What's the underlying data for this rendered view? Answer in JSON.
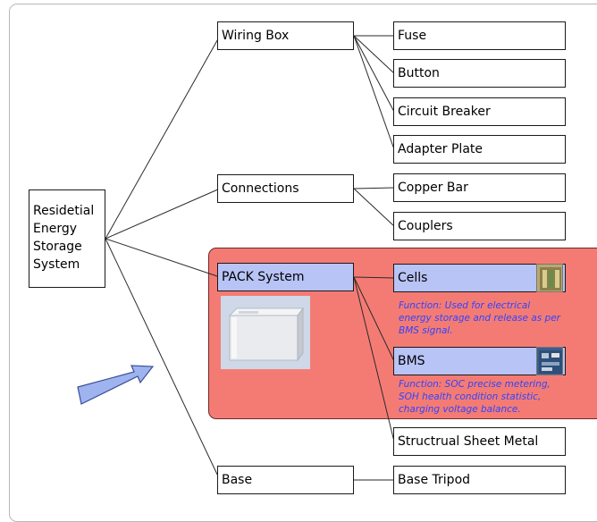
{
  "diagram": {
    "root": "Residetial Energy Storage System",
    "wiring_box": {
      "label": "Wiring Box",
      "children": [
        "Fuse",
        "Button",
        "Circuit Breaker",
        "Adapter Plate"
      ]
    },
    "connections": {
      "label": "Connections",
      "children": [
        "Copper Bar",
        "Couplers"
      ]
    },
    "pack_system": {
      "label": "PACK System",
      "cells": {
        "label": "Cells",
        "function": [
          "Function: Used for electrical",
          "energy storage and release as per",
          "BMS signal."
        ]
      },
      "bms": {
        "label": "BMS",
        "function": [
          "Function: SOC precise metering,",
          "SOH health condition statistic,",
          "charging voltage balance."
        ]
      },
      "structural": "Structrual Sheet Metal"
    },
    "base": {
      "label": "Base",
      "children": [
        "Base Tripod"
      ]
    }
  },
  "colors": {
    "highlight_box": "#b8c3f6",
    "pack_panel": "#f47b74",
    "function_text": "#2f44ff",
    "arrow": "#9fb3ee"
  },
  "icons": [
    "pack-render-image",
    "cells-photo-icon",
    "bms-photo-icon",
    "pointer-arrow-icon"
  ]
}
